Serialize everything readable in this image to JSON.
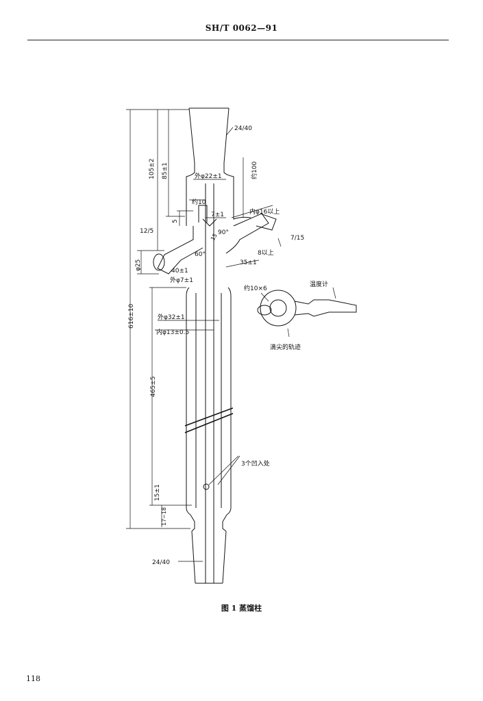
{
  "header": {
    "standard_number": "SH/T 0062—91"
  },
  "caption": "图 1   蒸馏柱",
  "page_number": "118",
  "labels": {
    "joint_top": "24/40",
    "joint_bottom": "24/40",
    "dim_105": "105±2",
    "dim_85": "85±1",
    "dim_100": "约100",
    "dim_outer_22": "外φ22±1",
    "dim_about_10": "约10",
    "dim_7": "7±1",
    "dim_inner_16": "内φ16以上",
    "dim_5": "5",
    "joint_side_left": "12/5",
    "joint_side_right": "7/15",
    "angle_90": "90°",
    "angle_60": "60°",
    "dim_15": "15",
    "dim_8": "8以上",
    "dim_35": "35±1",
    "dim_40": "40±1",
    "dim_phi25": "φ25",
    "dim_outer_7": "外φ7±1",
    "dim_about_10x6": "约10×6",
    "thermometer": "温度计",
    "dim_616": "616±10",
    "dim_outer_32": "外φ32±1",
    "dim_inner_13": "内φ13±0.5",
    "tip_path": "滴尖的轨迹",
    "dim_465": "465±5",
    "dents": "3个凹入处",
    "dim_15b": "15±1",
    "dim_18": "17~18"
  }
}
